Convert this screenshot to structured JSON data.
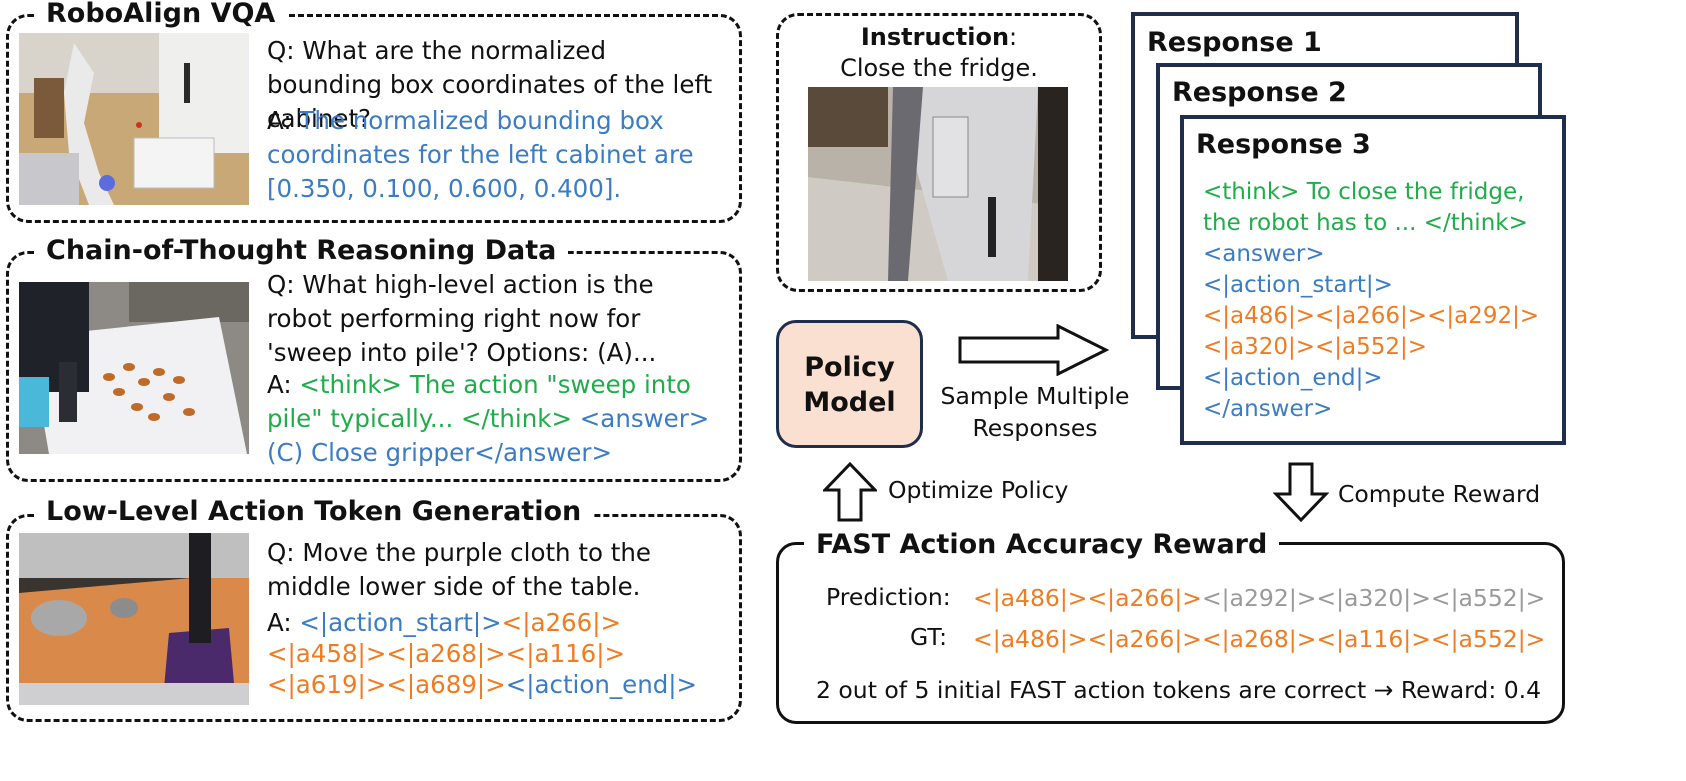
{
  "panels": {
    "vqa": {
      "title": "RoboAlign VQA",
      "q": "Q: What are the normalized bounding box coordinates of the left cabinet?",
      "a_prefix": "A: ",
      "a_answer": "The normalized bounding box coordinates for the left cabinet are [0.350, 0.100, 0.600, 0.400]."
    },
    "cot": {
      "title": "Chain-of-Thought Reasoning Data",
      "q": "Q: What high-level action is the robot performing right now for 'sweep into pile'? Options: (A)...",
      "a_prefix": "A: ",
      "a_think": "<think> The action \"sweep into pile\" typically... </think>",
      "a_answer": "<answer>(C) Close gripper</answer>"
    },
    "lowlevel": {
      "title": "Low-Level Action Token Generation",
      "q": "Q: Move the purple cloth to the middle lower side of the table.",
      "a_prefix": "A: ",
      "a_start": "<|action_start|>",
      "a_tokens_1": "<|a266|>",
      "a_tokens_2": "<|a458|><|a268|><|a116|>",
      "a_tokens_3": "<|a619|><|a689|>",
      "a_end": "<|action_end|>"
    }
  },
  "instruction": {
    "label": "Instruction",
    "colon": ":",
    "text": "Close the fridge."
  },
  "policy": {
    "line1": "Policy",
    "line2": "Model",
    "sample_1": "Sample Multiple",
    "sample_2": "Responses",
    "optimize": "Optimize Policy",
    "compute": "Compute Reward"
  },
  "responses": {
    "r1": "Response 1",
    "r2": "Response 2",
    "r3": "Response 3",
    "think_1": "<think> To close the fridge,",
    "think_2": "the robot has to ... </think>",
    "answer_open": "<answer>",
    "action_start": "<|action_start|>",
    "tokens_1": "<|a486|><|a266|><|a292|>",
    "tokens_2": "<|a320|><|a552|>",
    "action_end": "<|action_end|>",
    "answer_close": "</answer>"
  },
  "reward": {
    "title": "FAST Action Accuracy Reward",
    "pred_label": "Prediction:",
    "pred_correct": "<|a486|><|a266|>",
    "pred_wrong": "<|a292|><|a320|><|a552|>",
    "gt_label": "GT:",
    "gt_tokens": "<|a486|><|a266|><|a268|><|a116|><|a552|>",
    "summary": "2 out of 5 initial FAST action tokens are correct → Reward: 0.4"
  },
  "colors": {
    "think": "#1fad4a",
    "answer": "#3c7cc4",
    "token": "#f07c22",
    "wrong": "#9a9a9a",
    "policy_fill": "#f9e0d0",
    "card_border": "#1f2d4f"
  }
}
